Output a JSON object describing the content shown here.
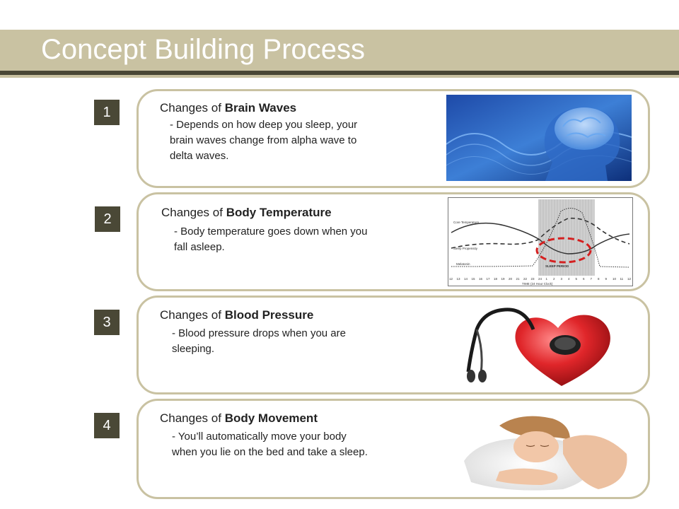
{
  "slide": {
    "title": "Concept Building Process",
    "colors": {
      "band": "#c9c2a2",
      "dark": "#4a4836"
    }
  },
  "items": [
    {
      "number": "1",
      "heading_prefix": "Changes of ",
      "heading_bold": "Brain Waves",
      "description": "- Depends on how deep you sleep, your\n   brain waves change from alpha wave to\n   delta waves.",
      "image": "brain-wave-image"
    },
    {
      "number": "2",
      "heading_prefix": "Changes of ",
      "heading_bold": "Body Temperature",
      "description": "- Body temperature goes down when you\n   fall asleep.",
      "image": "body-temperature-chart",
      "chart": {
        "legend": [
          "Core Temperature",
          "Sleep Propensity",
          "Melatonin"
        ],
        "band_label": "SLEEP PERIOD",
        "xlabel": "TIME (24 Hour Clock)",
        "ticks": [
          "12",
          "13",
          "14",
          "15",
          "16",
          "17",
          "18",
          "19",
          "20",
          "21",
          "22",
          "23",
          "24",
          "1",
          "2",
          "3",
          "4",
          "5",
          "6",
          "7",
          "8",
          "9",
          "10",
          "11",
          "12"
        ]
      }
    },
    {
      "number": "3",
      "heading_prefix": "Changes of ",
      "heading_bold": "Blood Pressure",
      "description": "- Blood pressure drops when you are\n   sleeping.",
      "image": "stethoscope-heart-image"
    },
    {
      "number": "4",
      "heading_prefix": "Changes of ",
      "heading_bold": "Body Movement",
      "description": "- You’ll automatically move your body\n   when you lie on the bed and take a sleep.",
      "image": "sleeping-woman-image"
    }
  ]
}
